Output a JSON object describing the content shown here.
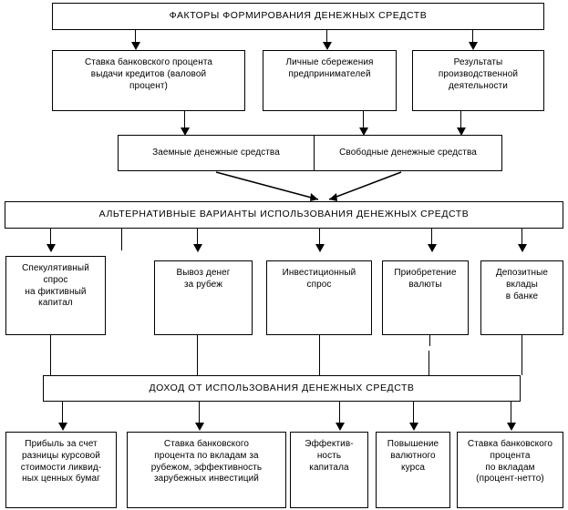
{
  "diagram": {
    "title": "ФАКТОРЫ ФОРМИРОВАНИЯ ДЕНЕЖНЫХ СРЕДСТВ",
    "background_color": "#ffffff",
    "line_color": "#000000",
    "text_color": "#000000",
    "banners": {
      "factors": "ФАКТОРЫ ФОРМИРОВАНИЯ ДЕНЕЖНЫХ СРЕДСТВ",
      "alternatives": "АЛЬТЕРНАТИВНЫЕ ВАРИАНТЫ ИСПОЛЬЗОВАНИЯ ДЕНЕЖНЫХ СРЕДСТВ",
      "income": "ДОХОД ОТ ИСПОЛЬЗОВАНИЯ ДЕНЕЖНЫХ СРЕДСТВ"
    },
    "factor_boxes": [
      {
        "label": "Ставка банковского процента\nвыдачи кредитов (валовой\nпроцент)"
      },
      {
        "label": "Личные сбережения\nпредпринимателей"
      },
      {
        "label": "Результаты\nпроизводственной\nдеятельности"
      }
    ],
    "funds_boxes": [
      {
        "label": "Заемные денежные средства"
      },
      {
        "label": "Свободные денежные средства"
      }
    ],
    "alternative_boxes": [
      {
        "label": "Спекулятивный\nспрос\nна фиктивный\nкапитал"
      },
      {
        "label": "Вывоз денег\nза рубеж"
      },
      {
        "label": "Инвестиционный\nспрос"
      },
      {
        "label": "Приобретение\nвалюты"
      },
      {
        "label": "Депозитные\nвклады\nв банке"
      }
    ],
    "income_boxes": [
      {
        "label": "Прибыль за счет\nразницы курсовой\nстоимости ликвид-\nных ценных бумаг"
      },
      {
        "label": "Ставка банковского\nпроцента по вкладам за\nрубежом, эффективность\nзарубежных инвестиций"
      },
      {
        "label": "Эффектив-\nность\nкапитала"
      },
      {
        "label": "Повышение\nвалютного\nкурса"
      },
      {
        "label": "Ставка банковского\nпроцента\nпо вкладам\n(процент-нетто)"
      }
    ]
  }
}
